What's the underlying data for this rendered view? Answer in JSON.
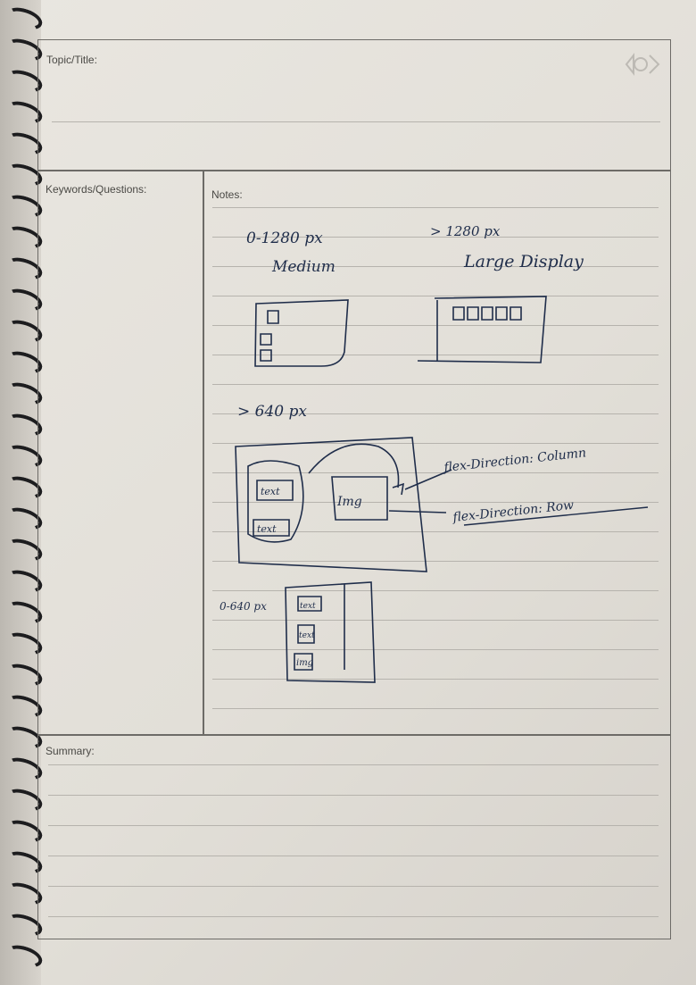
{
  "sections": {
    "topic_label": "Topic/Title:",
    "keywords_label": "Keywords/Questions:",
    "notes_label": "Notes:",
    "summary_label": "Summary:"
  },
  "notes": {
    "medium_range": "0-1280 px",
    "medium_name": "Medium",
    "large_range": "> 1280 px",
    "large_name": "Large Display",
    "tablet_range": "> 640 px",
    "box_text_a": "text",
    "box_text_b": "text",
    "box_img": "Img",
    "flex_column": "flex-Direction: Column",
    "flex_row": "flex-Direction: Row",
    "mobile_range": "0-640 px",
    "mobile_text_a": "text",
    "mobile_text_b": "text",
    "mobile_img": "img"
  },
  "colors": {
    "ink": "#1f2d4a",
    "rule": "#b6b3ad",
    "frame": "#6d6b67"
  }
}
